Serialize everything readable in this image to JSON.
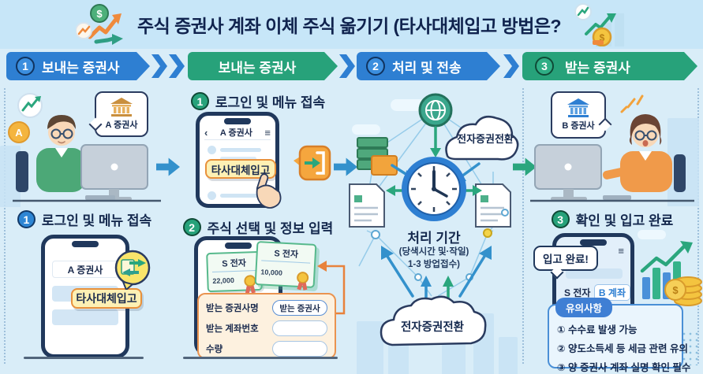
{
  "header": {
    "title": "주식 증권사 계좌 이체 주식 옮기기 (타사대체입고 방법은?"
  },
  "banners": [
    {
      "number": "1",
      "label": "보내는 증권사"
    },
    {
      "number": "",
      "label": "보내는 증권사"
    },
    {
      "number": "2",
      "label": "처리 및 전송"
    },
    {
      "number": "3",
      "label": "받는 증권사"
    }
  ],
  "icons": {
    "dollar": "$",
    "coin_a": "A",
    "menu": "≡",
    "back": "‹"
  },
  "col1": {
    "bank_bubble": "A 증권사",
    "caption_number": "1",
    "caption": "로그인 및 메뉴 접속",
    "phone": {
      "header": "A 증권사",
      "menu_item": "타사대체입고"
    }
  },
  "col2": {
    "step1": {
      "number": "1",
      "caption": "로그인 및 메뉴 접속"
    },
    "phone1": {
      "header": "A 증권사",
      "menu_item": "타사대체입고"
    },
    "step2": {
      "number": "2",
      "caption": "주식 선택 및 정보 입력"
    },
    "certificates": [
      {
        "name": "S 전자",
        "value": "22,000"
      },
      {
        "name": "S 전자",
        "value": "10,000"
      }
    ],
    "form": {
      "rows": [
        {
          "label": "받는 증권사명",
          "value": "받는 증권사"
        },
        {
          "label": "받는 계좌번호",
          "value": ""
        },
        {
          "label": "수량",
          "value": ""
        }
      ]
    }
  },
  "col3": {
    "cloud_top": "전자증권전환",
    "duration_title": "처리 기간",
    "duration_line1": "(당색시간 및·작일)",
    "duration_line2": "1-3 방업접수)",
    "cloud_bottom": "전자증권전환"
  },
  "col4": {
    "bank_bubble": "B 증권사",
    "caption_number": "3",
    "caption": "확인 및 입고 완료",
    "phone": {
      "bubble": "입고 완료!",
      "stock": "S 전자",
      "account": "B 계좌"
    },
    "notice": {
      "title": "유의사항",
      "items": [
        "① 수수료 발생 가능",
        "② 양도소득세 등 세금 관련 유의",
        "③ 양 증권사 계좌 실명 확인 필수"
      ]
    }
  },
  "colors": {
    "blue": "#2e7fd2",
    "green": "#27a27a",
    "accent_orange": "#e8913c",
    "navy": "#15294e"
  }
}
